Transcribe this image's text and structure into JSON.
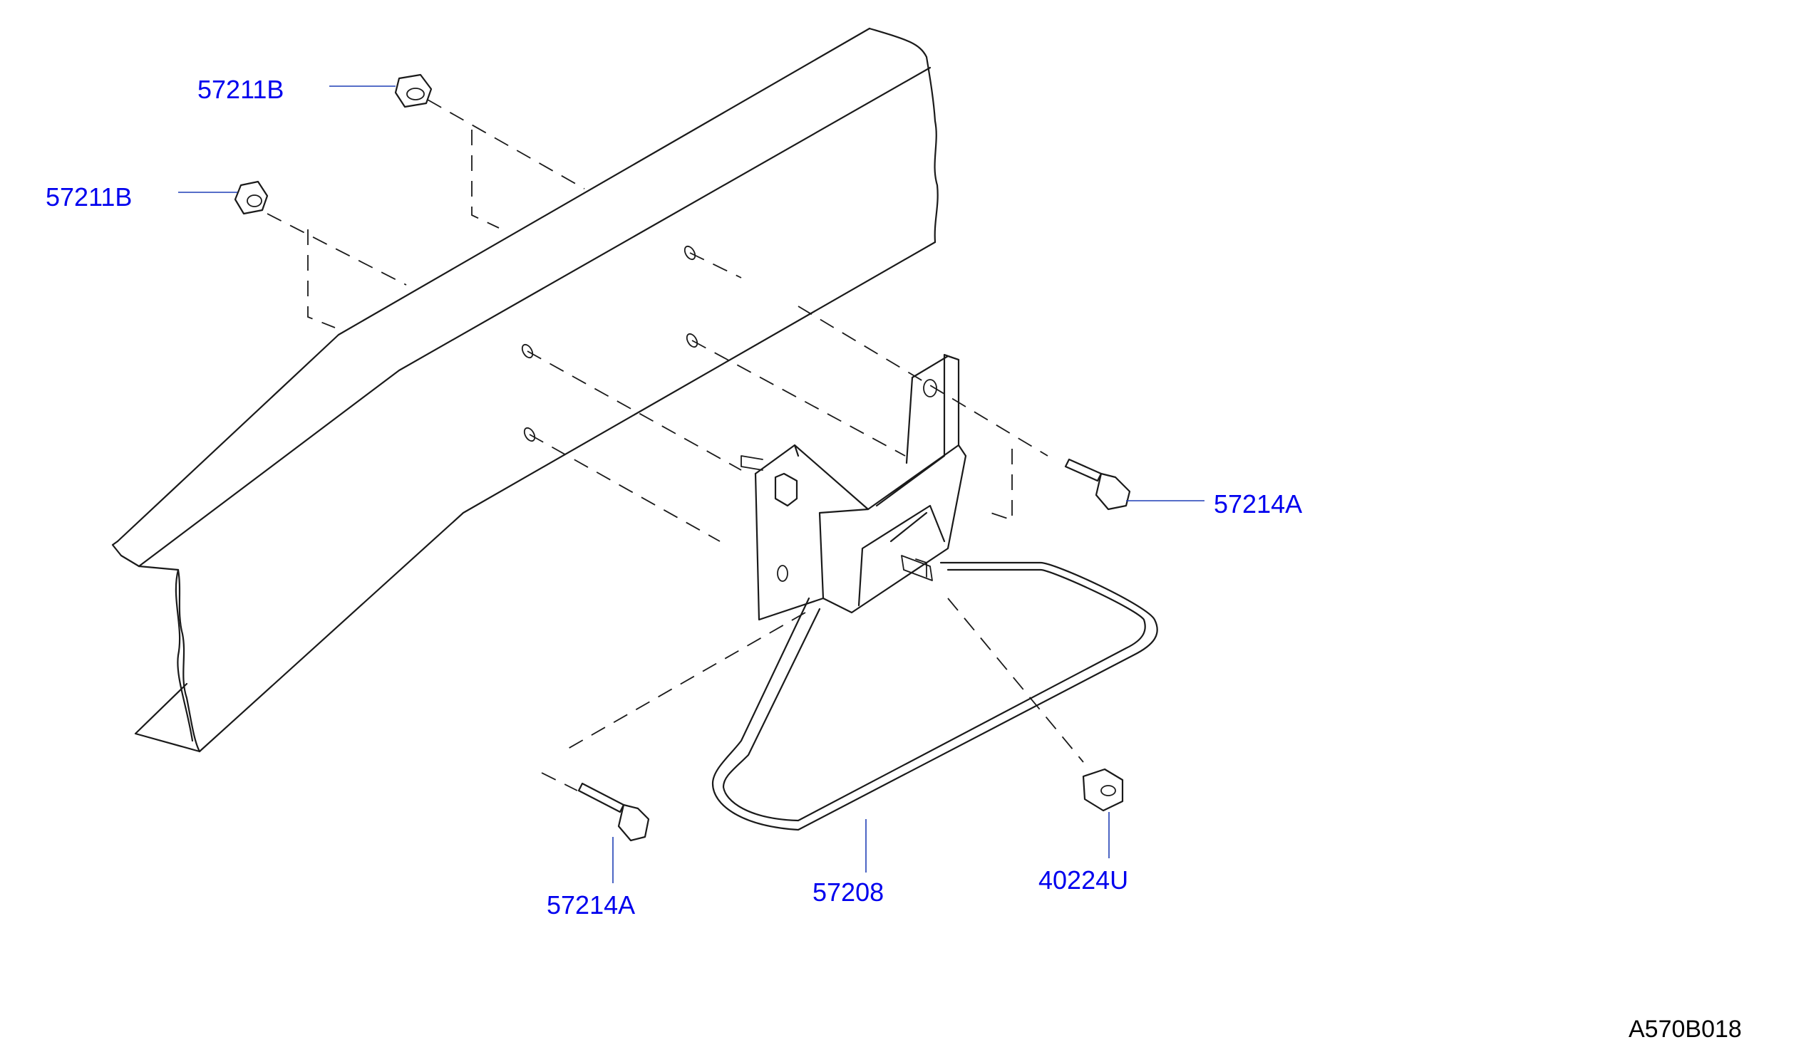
{
  "colors": {
    "line": "#1a1a1a",
    "label": "#0000ee",
    "leader": "#1f3fb5",
    "background": "#ffffff"
  },
  "callouts": [
    {
      "id": "nut-upper-1",
      "part": "57211B"
    },
    {
      "id": "nut-upper-2",
      "part": "57211B"
    },
    {
      "id": "bolt-right",
      "part": "57214A"
    },
    {
      "id": "bolt-lower",
      "part": "57214A"
    },
    {
      "id": "spare-tire-bracket",
      "part": "57208"
    },
    {
      "id": "lock-nut",
      "part": "40224U"
    }
  ],
  "drawing_code": "A570B018"
}
